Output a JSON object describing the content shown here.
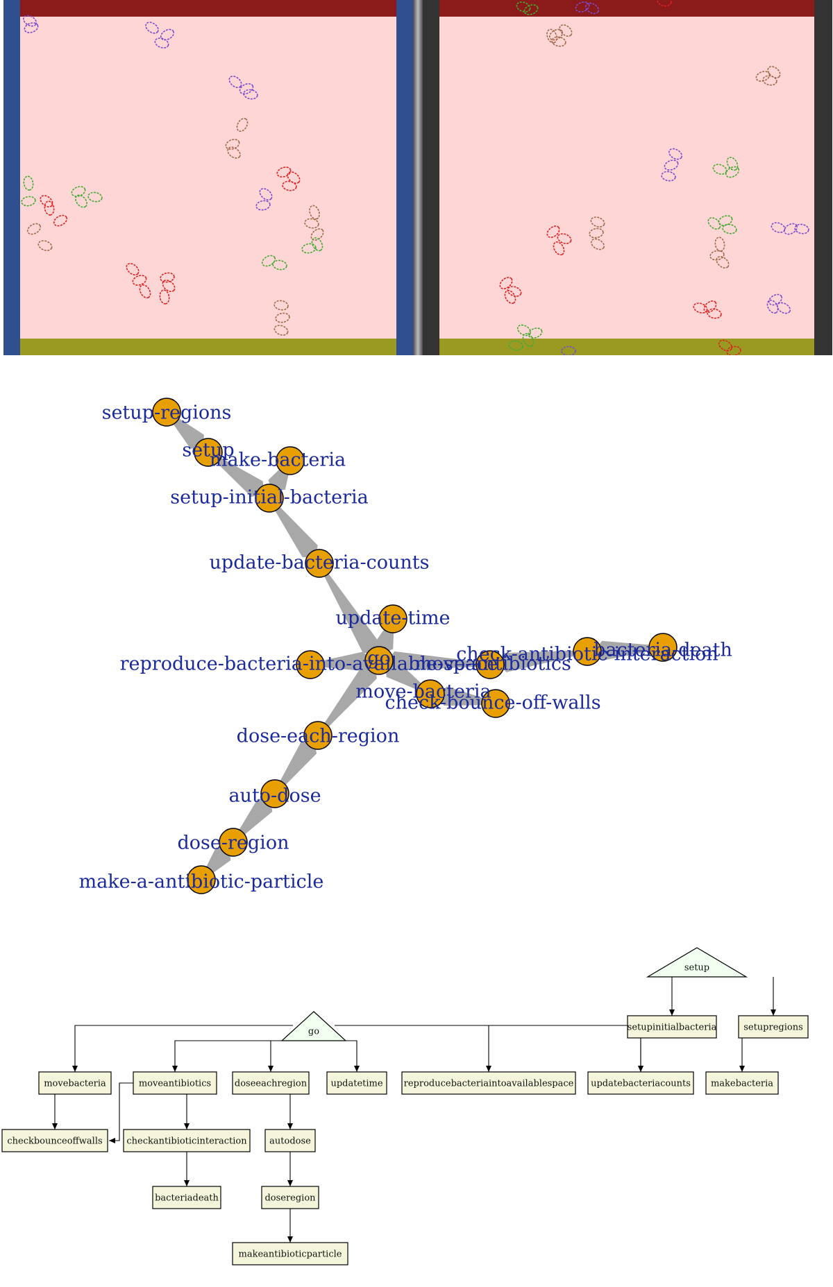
{
  "simulation": {
    "colors": {
      "sidebar_left": "#2f4f8f",
      "top_band": "#8b1a1a",
      "bottom_band": "#9a9a22",
      "field": "#ffd6d6",
      "separator": "#8c8c8c",
      "sidebar_right": "#333333"
    },
    "bacteria_colors": [
      "#7b4ccc",
      "#a06a4c",
      "#dd2222",
      "#44aa33"
    ]
  },
  "call_graph": {
    "node_color": "#e8a000",
    "edge_color": "#a8a8a8",
    "label_color": "#1a2a9c",
    "nodes": [
      {
        "id": "setup-regions",
        "label": "setup-regions"
      },
      {
        "id": "setup",
        "label": "setup"
      },
      {
        "id": "make-bacteria",
        "label": "make-bacteria"
      },
      {
        "id": "setup-initial-bacteria",
        "label": "setup-initial-bacteria"
      },
      {
        "id": "update-bacteria-counts",
        "label": "update-bacteria-counts"
      },
      {
        "id": "update-time",
        "label": "update-time"
      },
      {
        "id": "go",
        "label": "go"
      },
      {
        "id": "reproduce-bacteria-into-available-space",
        "label": "reproduce-bacteria-into-available-space"
      },
      {
        "id": "move-antibiotics",
        "label": "move-antibiotics"
      },
      {
        "id": "check-antibiotic-interaction",
        "label": "check-antibiotic-interaction"
      },
      {
        "id": "bacteria-death",
        "label": "bacteria-death"
      },
      {
        "id": "move-bacteria",
        "label": "move-bacteria"
      },
      {
        "id": "check-bounce-off-walls",
        "label": "check-bounce-off-walls"
      },
      {
        "id": "dose-each-region",
        "label": "dose-each-region"
      },
      {
        "id": "auto-dose",
        "label": "auto-dose"
      },
      {
        "id": "dose-region",
        "label": "dose-region"
      },
      {
        "id": "make-a-antibiotic-particle",
        "label": "make-a-antibiotic-particle"
      }
    ],
    "edges": [
      [
        "setup-regions",
        "setup"
      ],
      [
        "setup",
        "setup-initial-bacteria"
      ],
      [
        "make-bacteria",
        "setup-initial-bacteria"
      ],
      [
        "setup-initial-bacteria",
        "update-bacteria-counts"
      ],
      [
        "update-bacteria-counts",
        "go"
      ],
      [
        "update-time",
        "go"
      ],
      [
        "reproduce-bacteria-into-available-space",
        "go"
      ],
      [
        "move-antibiotics",
        "go"
      ],
      [
        "check-antibiotic-interaction",
        "move-antibiotics"
      ],
      [
        "bacteria-death",
        "check-antibiotic-interaction"
      ],
      [
        "move-bacteria",
        "go"
      ],
      [
        "check-bounce-off-walls",
        "move-bacteria"
      ],
      [
        "dose-each-region",
        "go"
      ],
      [
        "auto-dose",
        "dose-each-region"
      ],
      [
        "dose-region",
        "auto-dose"
      ],
      [
        "make-a-antibiotic-particle",
        "dose-region"
      ]
    ]
  },
  "tree": {
    "root_fill": "#f0fff0",
    "box_fill": "#f5f5dc",
    "roots": [
      {
        "id": "setup",
        "label": "setup"
      },
      {
        "id": "go",
        "label": "go"
      }
    ],
    "boxes": [
      {
        "id": "setupinitialbacteria",
        "label": "setupinitialbacteria"
      },
      {
        "id": "setupregions",
        "label": "setupregions"
      },
      {
        "id": "movebacteria",
        "label": "movebacteria"
      },
      {
        "id": "moveantibiotics",
        "label": "moveantibiotics"
      },
      {
        "id": "doseeachregion",
        "label": "doseeachregion"
      },
      {
        "id": "updatetime",
        "label": "updatetime"
      },
      {
        "id": "reproducebacteriaintoavailablespace",
        "label": "reproducebacteriaintoavailablespace"
      },
      {
        "id": "updatebacteriacounts",
        "label": "updatebacteriacounts"
      },
      {
        "id": "makebacteria",
        "label": "makebacteria"
      },
      {
        "id": "checkbounceoffwalls",
        "label": "checkbounceoffwalls"
      },
      {
        "id": "checkantibioticinteraction",
        "label": "checkantibioticinteraction"
      },
      {
        "id": "autodose",
        "label": "autodose"
      },
      {
        "id": "bacteriadeath",
        "label": "bacteriadeath"
      },
      {
        "id": "doseregion",
        "label": "doseregion"
      },
      {
        "id": "makeantibioticparticle",
        "label": "makeantibioticparticle"
      }
    ],
    "edges": [
      [
        "setup",
        "setupinitialbacteria"
      ],
      [
        "setup",
        "setupregions"
      ],
      [
        "go",
        "movebacteria"
      ],
      [
        "go",
        "moveantibiotics"
      ],
      [
        "go",
        "doseeachregion"
      ],
      [
        "go",
        "updatetime"
      ],
      [
        "go",
        "reproducebacteriaintoavailablespace"
      ],
      [
        "go",
        "updatebacteriacounts"
      ],
      [
        "setupinitialbacteria",
        "updatebacteriacounts"
      ],
      [
        "setupinitialbacteria",
        "makebacteria"
      ],
      [
        "movebacteria",
        "checkbounceoffwalls"
      ],
      [
        "moveantibiotics",
        "checkbounceoffwalls"
      ],
      [
        "moveantibiotics",
        "checkantibioticinteraction"
      ],
      [
        "doseeachregion",
        "autodose"
      ],
      [
        "checkantibioticinteraction",
        "bacteriadeath"
      ],
      [
        "autodose",
        "doseregion"
      ],
      [
        "doseregion",
        "makeantibioticparticle"
      ]
    ]
  }
}
